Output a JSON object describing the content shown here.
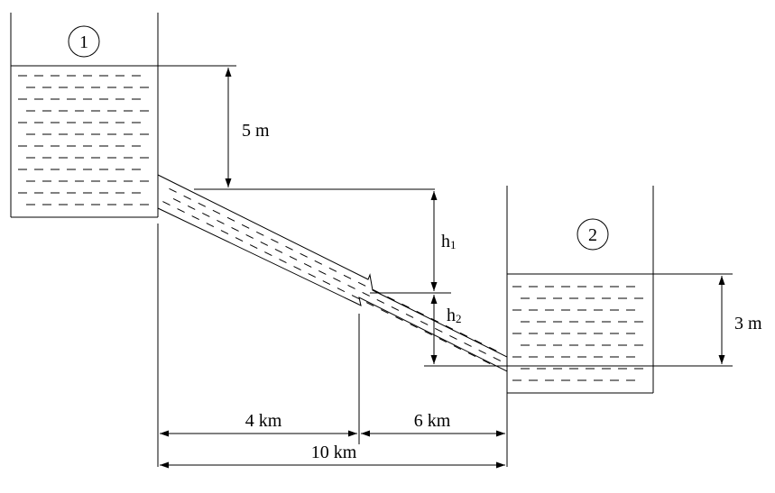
{
  "labels": {
    "tank1": "1",
    "tank2": "2",
    "height_top": "5 m",
    "h1_main": "h",
    "h1_sub": "1",
    "h2_main": "h",
    "h2_sub": "2",
    "height_tank2": "3 m",
    "dist_left": "4 km",
    "dist_right": "6 km",
    "dist_total": "10 km"
  },
  "colors": {
    "stroke": "#000000",
    "background": "#ffffff"
  }
}
